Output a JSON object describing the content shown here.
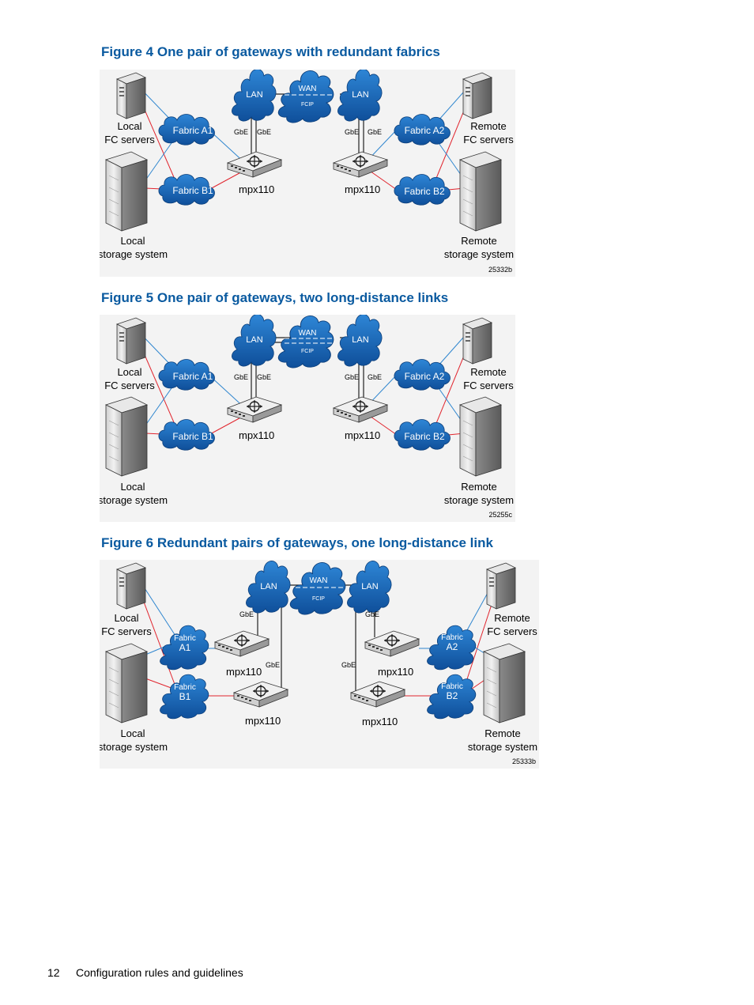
{
  "figures": [
    {
      "title": "Figure 4 One pair of gateways with redundant fabrics",
      "labels": {
        "lan_left": "LAN",
        "lan_right": "LAN",
        "wan": "WAN",
        "fcip": "FCIP",
        "gbe": "GbE",
        "fabric_a1": "Fabric A1",
        "fabric_b1": "Fabric B1",
        "fabric_a2": "Fabric A2",
        "fabric_b2": "Fabric B2",
        "mpx_left": "mpx110",
        "mpx_right": "mpx110",
        "local_fc_1": "Local",
        "local_fc_2": "FC servers",
        "remote_fc_1": "Remote",
        "remote_fc_2": "FC servers",
        "local_st_1": "Local",
        "local_st_2": "storage system",
        "remote_st_1": "Remote",
        "remote_st_2": "storage system",
        "id": "25332b"
      }
    },
    {
      "title": "Figure 5 One pair of gateways, two long-distance links",
      "labels": {
        "lan_left": "LAN",
        "lan_right": "LAN",
        "wan": "WAN",
        "fcip": "FCIP",
        "gbe": "GbE",
        "fabric_a1": "Fabric A1",
        "fabric_b1": "Fabric B1",
        "fabric_a2": "Fabric A2",
        "fabric_b2": "Fabric B2",
        "mpx_left": "mpx110",
        "mpx_right": "mpx110",
        "local_fc_1": "Local",
        "local_fc_2": "FC servers",
        "remote_fc_1": "Remote",
        "remote_fc_2": "FC servers",
        "local_st_1": "Local",
        "local_st_2": "storage system",
        "remote_st_1": "Remote",
        "remote_st_2": "storage system",
        "id": "25255c"
      }
    },
    {
      "title": "Figure 6 Redundant pairs of gateways, one long-distance link",
      "labels": {
        "lan_left": "LAN",
        "lan_right": "LAN",
        "wan": "WAN",
        "fcip": "FCIP",
        "gbe": "GbE",
        "fabric_a1_1": "Fabric",
        "fabric_a1_2": "A1",
        "fabric_b1_1": "Fabric",
        "fabric_b1_2": "B1",
        "fabric_a2_1": "Fabric",
        "fabric_a2_2": "A2",
        "fabric_b2_1": "Fabric",
        "fabric_b2_2": "B2",
        "mpx_left_top": "mpx110",
        "mpx_left_bottom": "mpx110",
        "mpx_right_top": "mpx110",
        "mpx_right_bottom": "mpx110",
        "local_fc_1": "Local",
        "local_fc_2": "FC servers",
        "remote_fc_1": "Remote",
        "remote_fc_2": "FC servers",
        "local_st_1": "Local",
        "local_st_2": "storage system",
        "remote_st_1": "Remote",
        "remote_st_2": "storage system",
        "id": "25333b"
      }
    }
  ],
  "footer": {
    "page_number": "12",
    "section": "Configuration rules and guidelines"
  },
  "colors": {
    "title": "#0a5aa0",
    "cloud": "#1d6fc4",
    "fc_link": "#e1252e",
    "lan_link": "#2f86cf",
    "background": "#f3f3f3"
  },
  "icons": [
    "server-icon",
    "storage-icon",
    "gateway-icon",
    "cloud-icon"
  ]
}
